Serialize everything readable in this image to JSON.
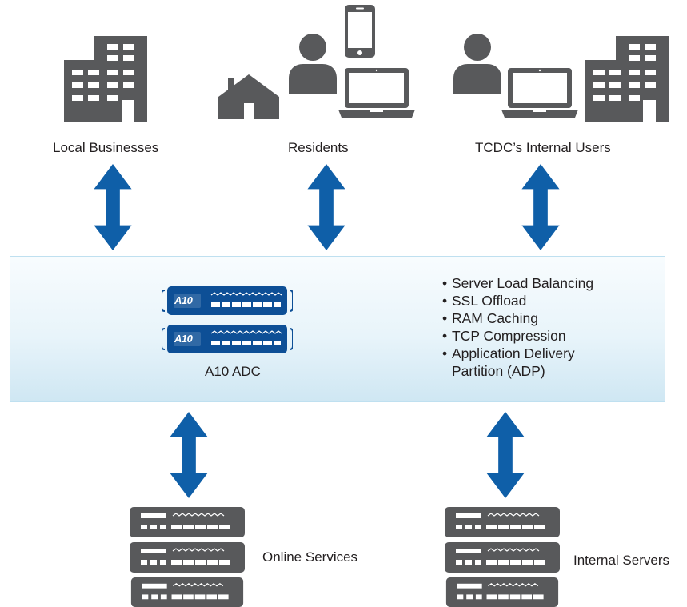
{
  "top_groups": {
    "local_businesses": "Local Businesses",
    "residents": "Residents",
    "internal_users": "TCDC’s Internal Users"
  },
  "adc": {
    "label": "A10 ADC",
    "logo_text": "A10",
    "features": [
      "Server Load Balancing",
      "SSL Offload",
      "RAM Caching",
      "TCP Compression",
      "Application Delivery",
      "Partition (ADP)"
    ]
  },
  "bottom_groups": {
    "online_services": "Online Services",
    "internal_servers": "Internal Servers"
  },
  "colors": {
    "icon_gray": "#58595b",
    "arrow_blue": "#0f5fa8",
    "band_light": "#e8f4fa",
    "device_blue": "#0d4f96"
  }
}
